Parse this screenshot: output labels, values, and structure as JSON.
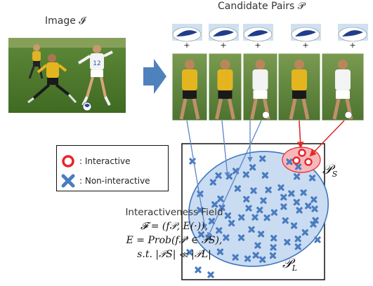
{
  "image_label": "Image 𝓘",
  "candidates_label": "Candidate Pairs 𝒫",
  "candidate_plus": [
    "+",
    "+",
    "+",
    "+",
    "+"
  ],
  "legend": {
    "interactive": ": Interactive",
    "non_interactive": ": Non-interactive"
  },
  "field": {
    "title": "Interactiveness Field",
    "line1": "𝓕 = (f𝒫, E(·)),",
    "line2": "E = Prob(f𝒫ⁱ ∈ 𝒫S),",
    "line3": "s.t. |𝒫S| ≪ |𝒫L|"
  },
  "set_labels": {
    "small": "𝒫S",
    "large": "𝒫L"
  },
  "colors": {
    "interactive": "#e8232b",
    "non_interactive": "#4a7cc0",
    "ellipse_fill": "#c9dcf2",
    "ellipse_stroke": "#3f76bf",
    "arrow": "#4f81bd",
    "link_blue": "#5b86c5",
    "link_red": "#e02a2a"
  }
}
